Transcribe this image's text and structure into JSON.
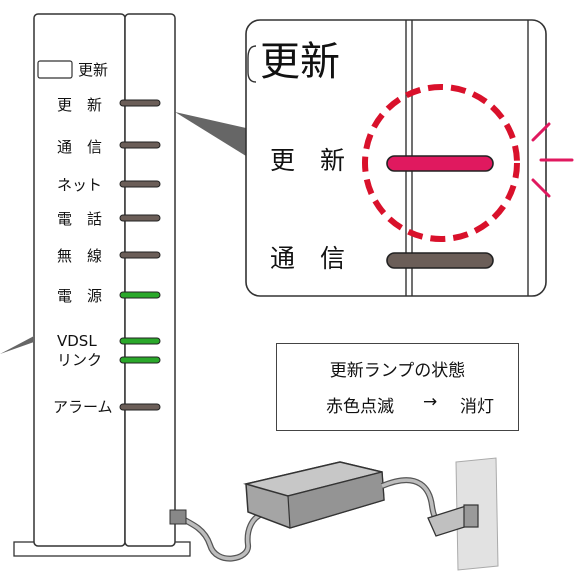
{
  "device": {
    "update_small_label": "更新",
    "indicators": [
      {
        "label": "更　新",
        "color": "#6b5e58"
      },
      {
        "label": "通　信",
        "color": "#6b5e58"
      },
      {
        "label": "ネット",
        "color": "#6b5e58"
      },
      {
        "label": "電　話",
        "color": "#6b5e58"
      },
      {
        "label": "無　線",
        "color": "#6b5e58"
      },
      {
        "label": "電　源",
        "color": "#2aa82a"
      }
    ],
    "vdsl_label": "VDSL",
    "link_label": "リンク",
    "vdsl_color": "#2aa82a",
    "alarm_label": "アラーム",
    "alarm_color": "#6b5e58"
  },
  "zoom": {
    "top_label": "更新",
    "update_label": "更　新",
    "comm_label": "通　信",
    "update_led_color": "#e0195f",
    "comm_led_color": "#6b5e58",
    "highlight_color": "#d9112b"
  },
  "legend": {
    "title": "更新ランプの状態",
    "blink_text": "赤色点滅",
    "arrow": "→",
    "off_text": "消灯",
    "red_color": "#e0195f",
    "gray_color": "#a8a8a8"
  }
}
